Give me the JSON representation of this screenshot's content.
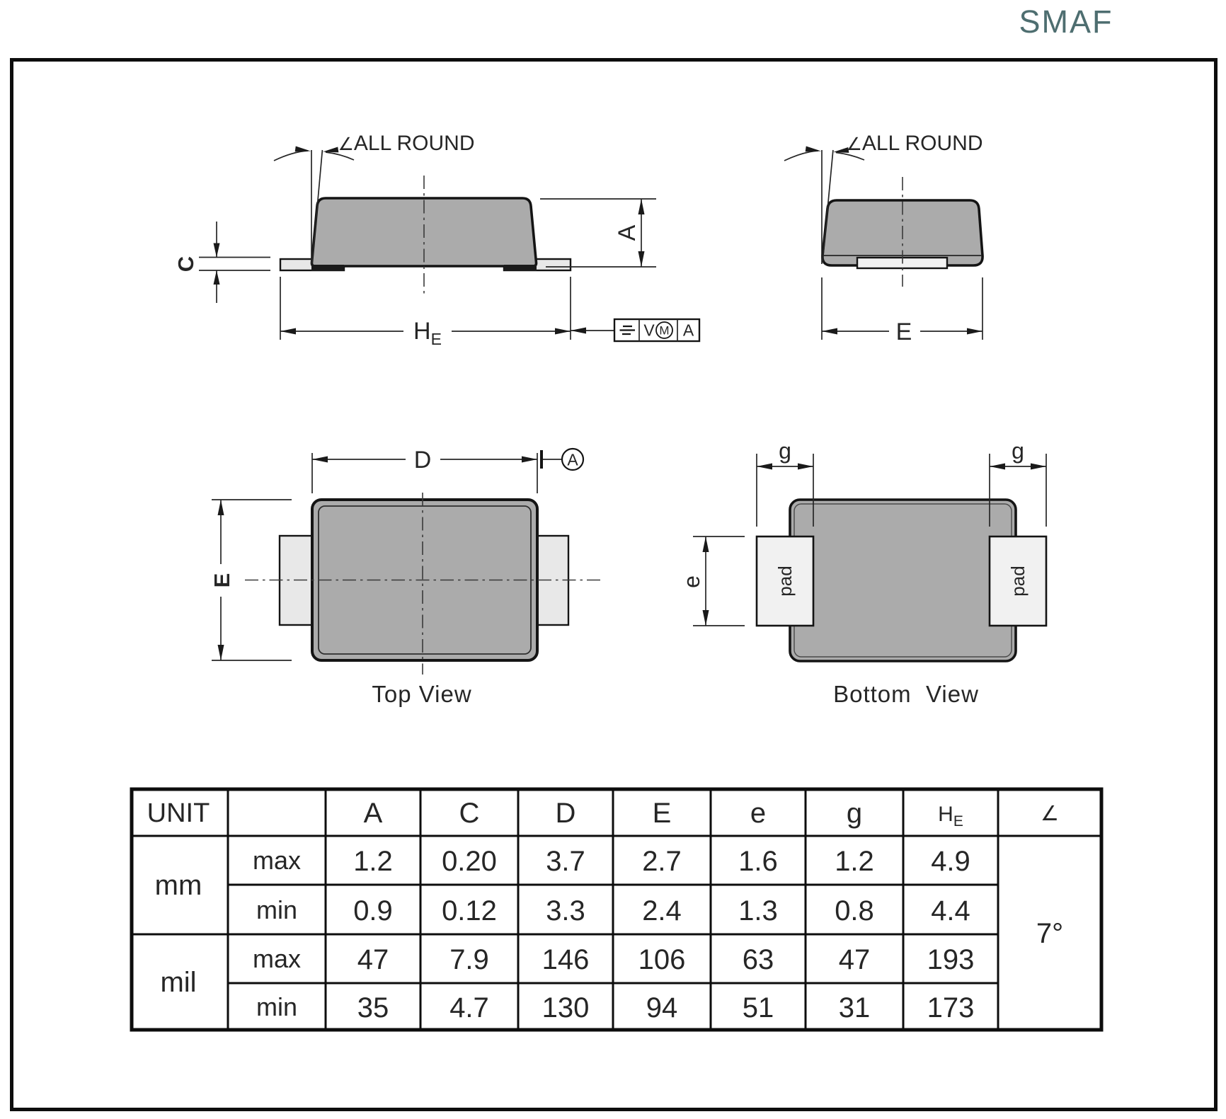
{
  "title": "SMAF",
  "colors": {
    "title": "#4e6e70",
    "line": "#1a1a1a",
    "body_fill": "#ababab",
    "lead_fill": "#e8e8e8",
    "pad_fill": "#f1f1f1",
    "background": "#ffffff"
  },
  "side_view": {
    "angle_symbol": "∠",
    "angle_label": "ALL ROUND",
    "dim_c": "C",
    "dim_a": "A",
    "dim_he_main": "H",
    "dim_he_sub": "E",
    "datum_frame": {
      "symbol_icon": "symmetry-icon",
      "tolerance": "V",
      "modifier": "M",
      "datum": "A"
    }
  },
  "end_view": {
    "angle_symbol": "∠",
    "angle_label": "ALL ROUND",
    "dim_e": "E"
  },
  "top_view": {
    "caption": "Top View",
    "dim_d": "D",
    "dim_e": "E",
    "datum_label": "A"
  },
  "bottom_view": {
    "caption": "Bottom  View",
    "dim_g_left": "g",
    "dim_g_right": "g",
    "dim_e": "e",
    "pad_left_label": "pad",
    "pad_right_label": "pad"
  },
  "table": {
    "unit_header": "UNIT",
    "col_headers": [
      "A",
      "C",
      "D",
      "E",
      "e",
      "g"
    ],
    "he_header_main": "H",
    "he_header_sub": "E",
    "angle_header": "∠",
    "angle_value": "7°",
    "rows": [
      {
        "unit": "mm",
        "bound": "max",
        "values": [
          "1.2",
          "0.20",
          "3.7",
          "2.7",
          "1.6",
          "1.2",
          "4.9"
        ]
      },
      {
        "unit": "",
        "bound": "min",
        "values": [
          "0.9",
          "0.12",
          "3.3",
          "2.4",
          "1.3",
          "0.8",
          "4.4"
        ]
      },
      {
        "unit": "mil",
        "bound": "max",
        "values": [
          "47",
          "7.9",
          "146",
          "106",
          "63",
          "47",
          "193"
        ]
      },
      {
        "unit": "",
        "bound": "min",
        "values": [
          "35",
          "4.7",
          "130",
          "94",
          "51",
          "31",
          "173"
        ]
      }
    ]
  }
}
